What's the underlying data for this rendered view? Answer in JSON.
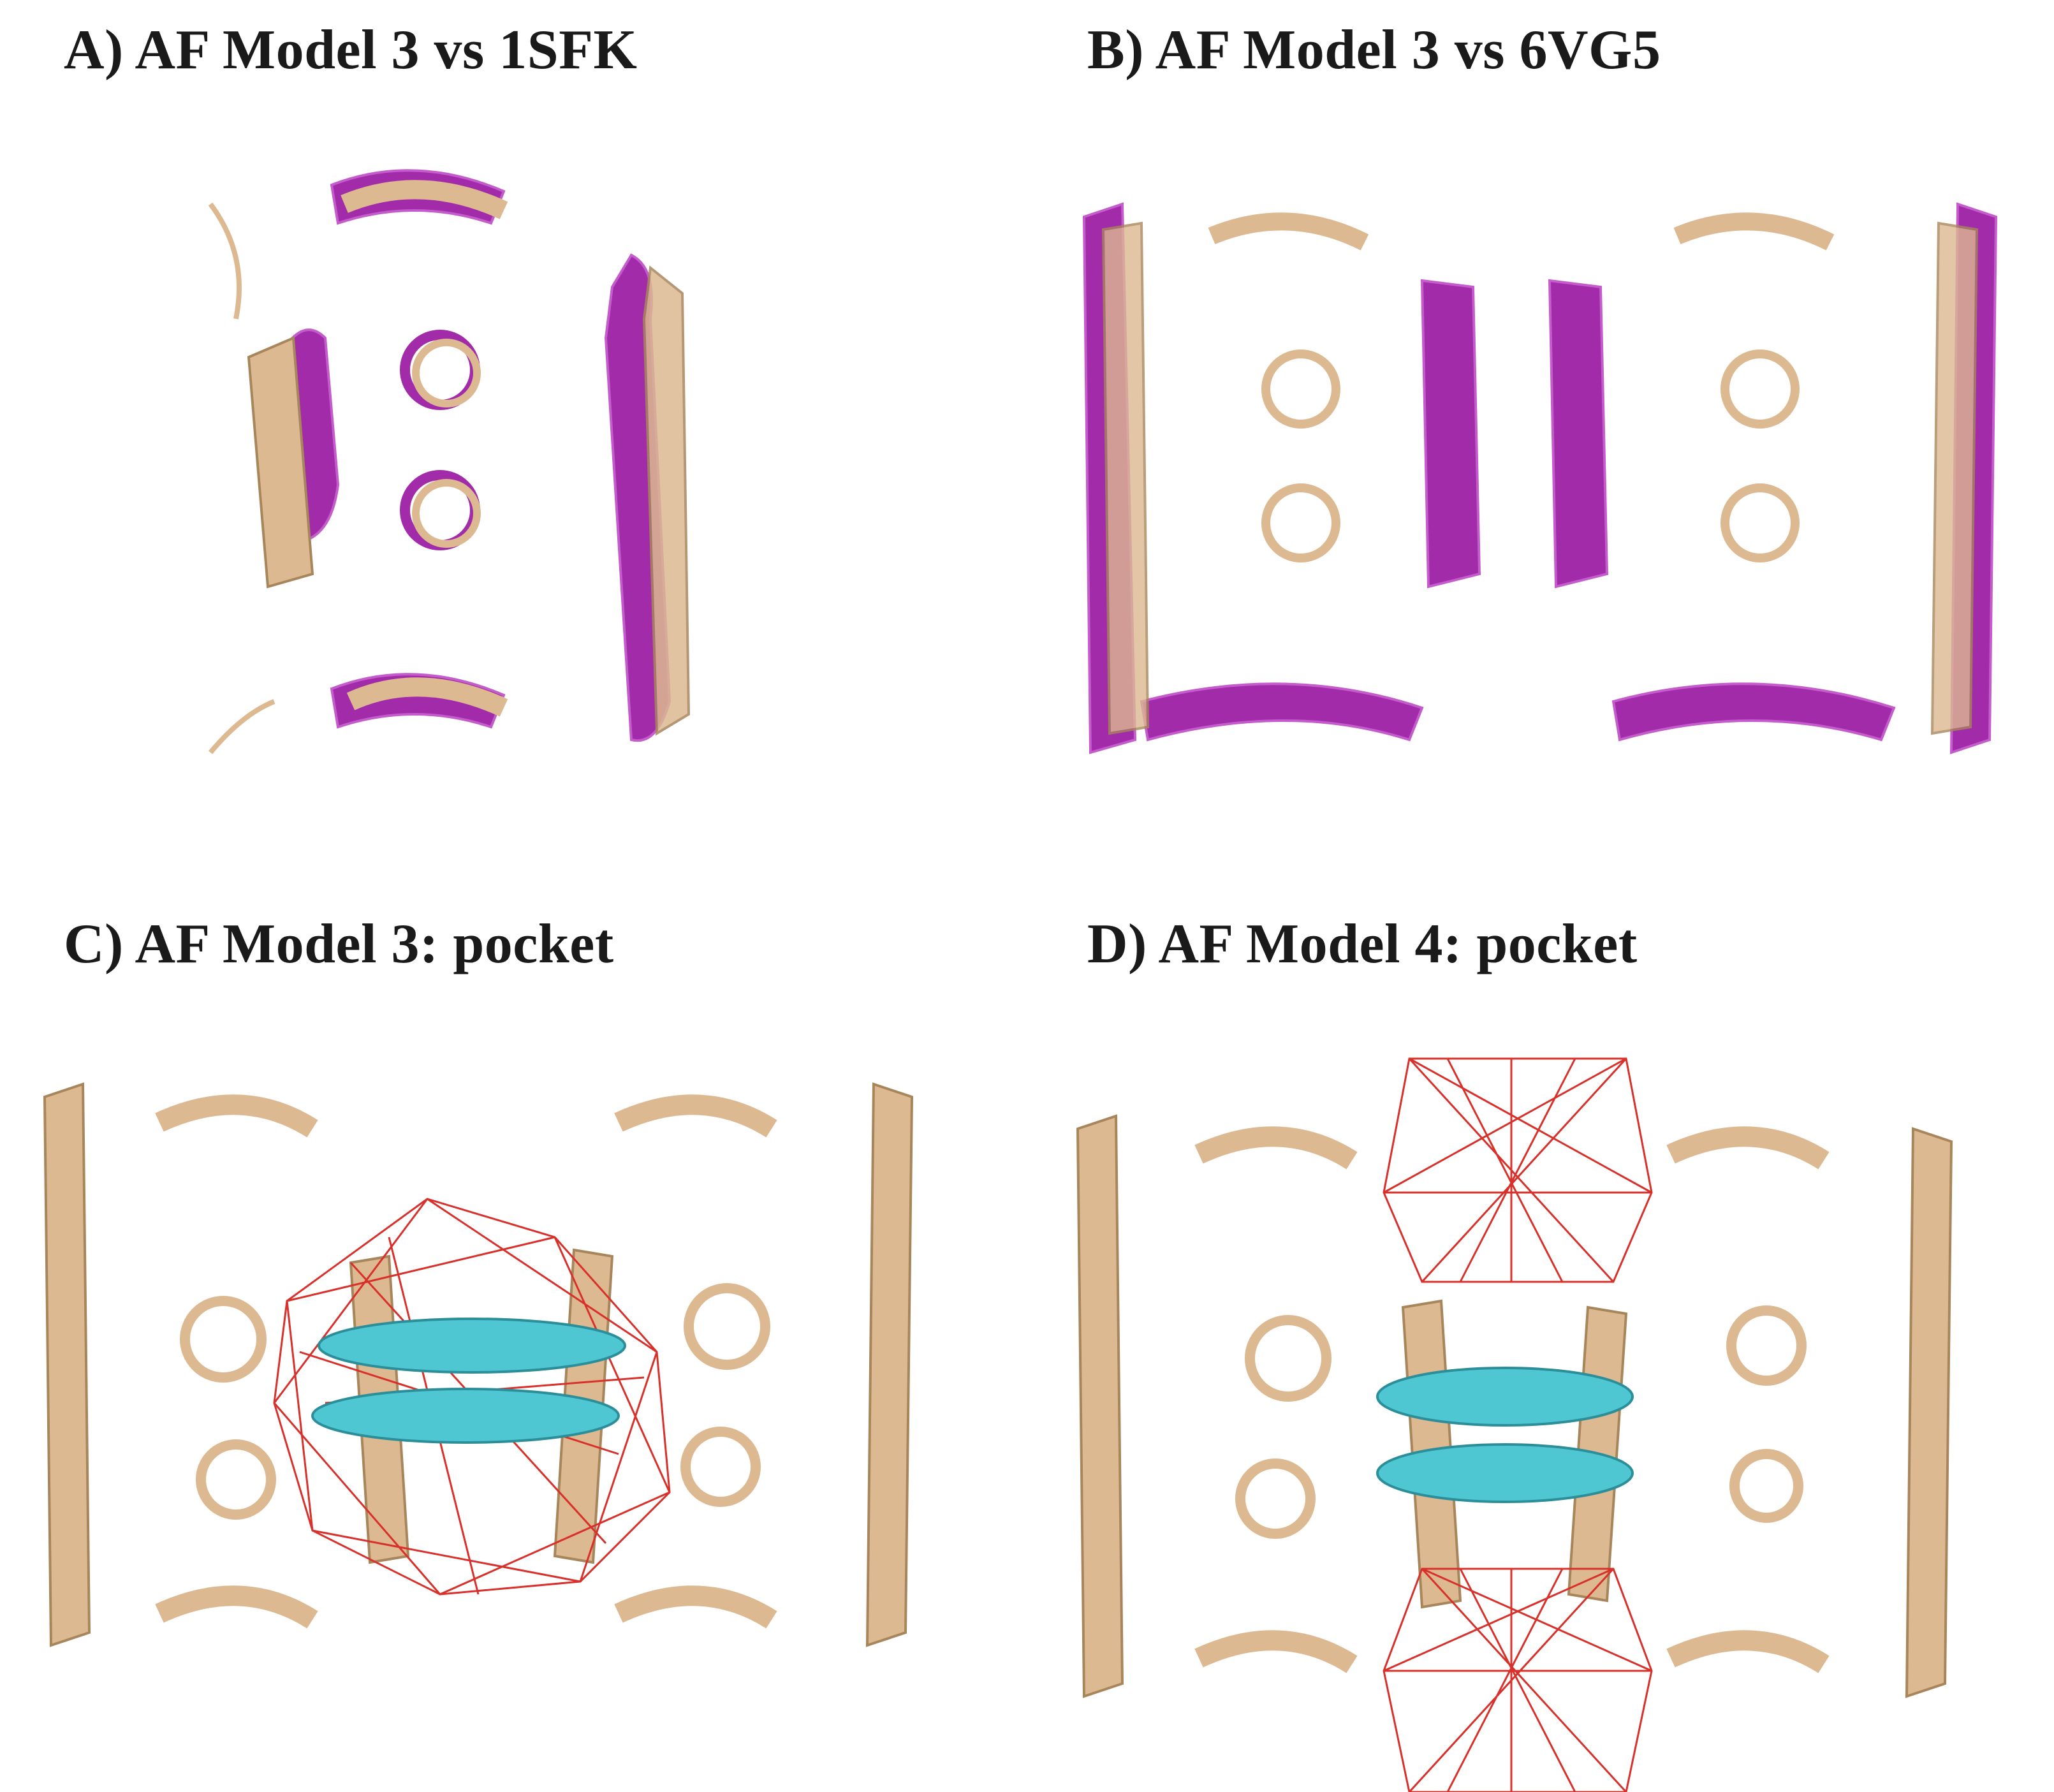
{
  "figure": {
    "panels": [
      {
        "id": "A",
        "title": "A) AF Model 3 vs 1SFK",
        "overlay": "reference-structure"
      },
      {
        "id": "B",
        "title": "B) AF Model 3 vs 6VG5",
        "overlay": "reference-structure"
      },
      {
        "id": "C",
        "title": "C) AF Model 3: pocket",
        "overlay": "pocket-mesh"
      },
      {
        "id": "D",
        "title": "D) AF Model 4: pocket",
        "overlay": "pocket-mesh"
      }
    ]
  },
  "colors": {
    "model_ribbon": "#dcb991",
    "model_ribbon_dark": "#a8865c",
    "reference_ribbon": "#a12ba8",
    "reference_ribbon_light": "#c45ccc",
    "pocket_mesh": "#d8302a",
    "ligand_spheres": "#4fc7d2",
    "ligand_spheres_dark": "#2b8e99"
  }
}
